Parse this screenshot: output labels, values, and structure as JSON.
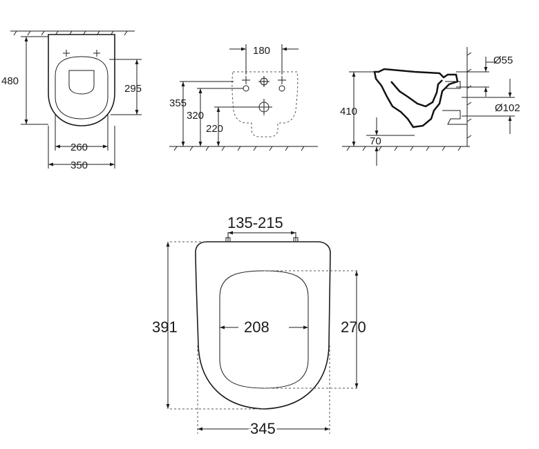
{
  "front_view": {
    "dim_height": "480",
    "dim_bowl_opening": "295",
    "dim_bowl_width": "260",
    "dim_total_width": "350"
  },
  "rear_view": {
    "dim_fixing_spacing": "180",
    "dim_355": "355",
    "dim_320": "320",
    "dim_220": "220"
  },
  "side_view": {
    "dim_height": "410",
    "dim_inlet_diameter": "Ø55",
    "dim_outlet_diameter": "Ø102",
    "dim_outlet_offset": "70"
  },
  "seat_view": {
    "dim_hinge_spacing": "135-215",
    "dim_seat_length": "391",
    "dim_opening_width": "208",
    "dim_opening_length": "270",
    "dim_seat_width": "345"
  },
  "colors": {
    "line": "#1a1a1a",
    "background": "#ffffff"
  }
}
